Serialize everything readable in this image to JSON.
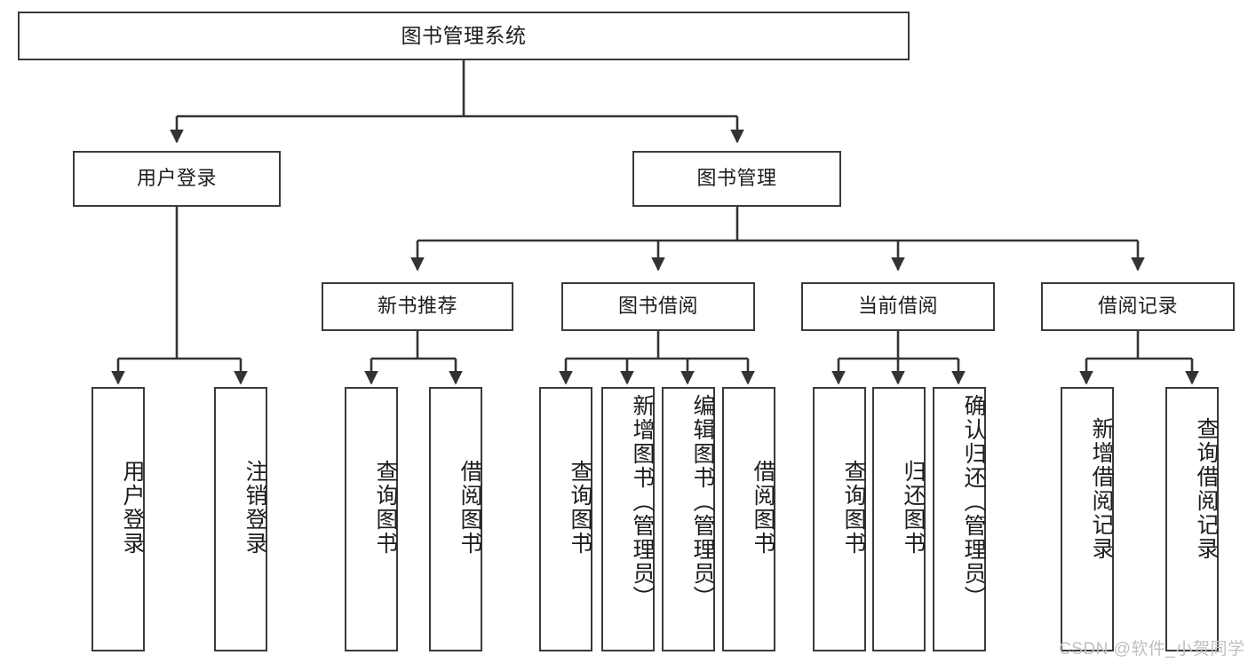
{
  "diagram": {
    "title": "图书管理系统",
    "type": "functional-decomposition-tree",
    "colors": {
      "box_border": "#3a3a3a",
      "box_fill": "#ffffff",
      "connector": "#333333",
      "text": "#1d1d1d",
      "watermark": "#bfbfbf"
    },
    "root": {
      "label": "图书管理系统"
    },
    "level2": [
      {
        "label": "用户登录"
      },
      {
        "label": "图书管理"
      }
    ],
    "level3": [
      {
        "label": "新书推荐"
      },
      {
        "label": "图书借阅"
      },
      {
        "label": "当前借阅"
      },
      {
        "label": "借阅记录"
      }
    ],
    "leaves": {
      "user_login": [
        {
          "label": "用户登录"
        },
        {
          "label": "注销登录"
        }
      ],
      "new_book_recommend": [
        {
          "label": "查询图书"
        },
        {
          "label": "借阅图书"
        }
      ],
      "book_borrow": [
        {
          "label": "查询图书"
        },
        {
          "label": "新增图书（管理员）"
        },
        {
          "label": "编辑图书（管理员）"
        },
        {
          "label": "借阅图书"
        }
      ],
      "current_borrow": [
        {
          "label": "查询图书"
        },
        {
          "label": "归还图书"
        },
        {
          "label": "确认归还（管理员）"
        }
      ],
      "borrow_record": [
        {
          "label": "新增借阅记录"
        },
        {
          "label": "查询借阅记录"
        }
      ]
    }
  },
  "watermark": {
    "text": "CSDN @软件_小贺同学"
  }
}
